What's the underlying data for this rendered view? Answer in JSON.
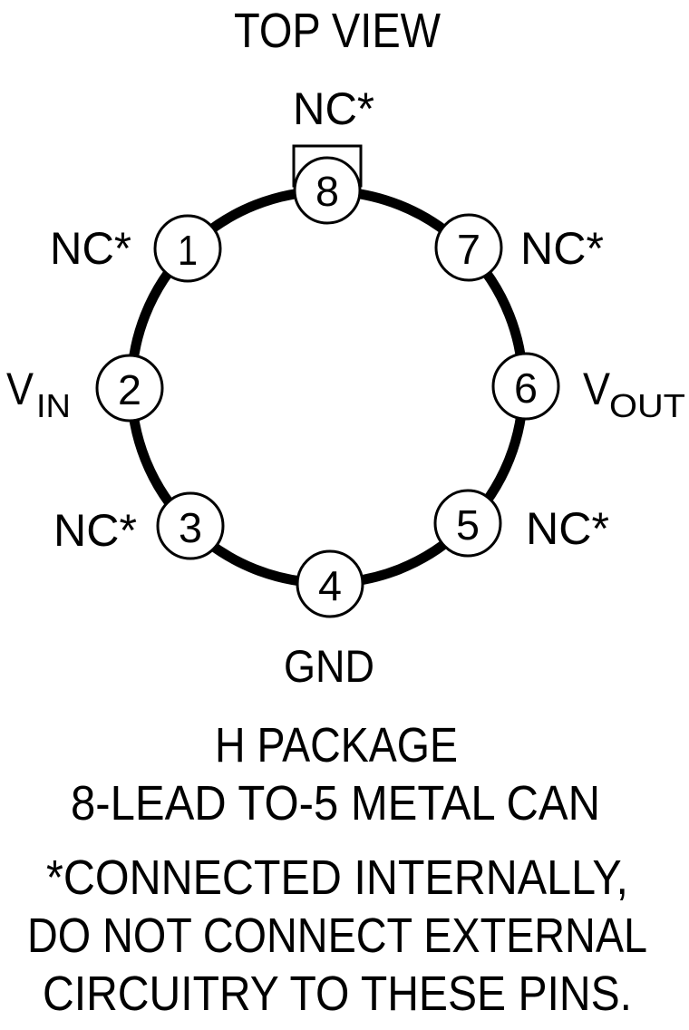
{
  "title": "TOP VIEW",
  "colors": {
    "ink": "#000000",
    "background": "#ffffff"
  },
  "pins": [
    {
      "number": "1",
      "label": "NC*"
    },
    {
      "number": "2",
      "label": "V",
      "label_sub": "IN"
    },
    {
      "number": "3",
      "label": "NC*"
    },
    {
      "number": "4",
      "label": "GND"
    },
    {
      "number": "5",
      "label": "NC*"
    },
    {
      "number": "6",
      "label": "V",
      "label_sub": "OUT"
    },
    {
      "number": "7",
      "label": "NC*"
    },
    {
      "number": "8",
      "label": "NC*"
    }
  ],
  "package": {
    "name": "H PACKAGE",
    "description": "8-LEAD TO-5 METAL CAN"
  },
  "footnote": {
    "line1": "*CONNECTED INTERNALLY,",
    "line2": "DO NOT CONNECT EXTERNAL",
    "line3": "CIRCUITRY TO THESE PINS."
  }
}
